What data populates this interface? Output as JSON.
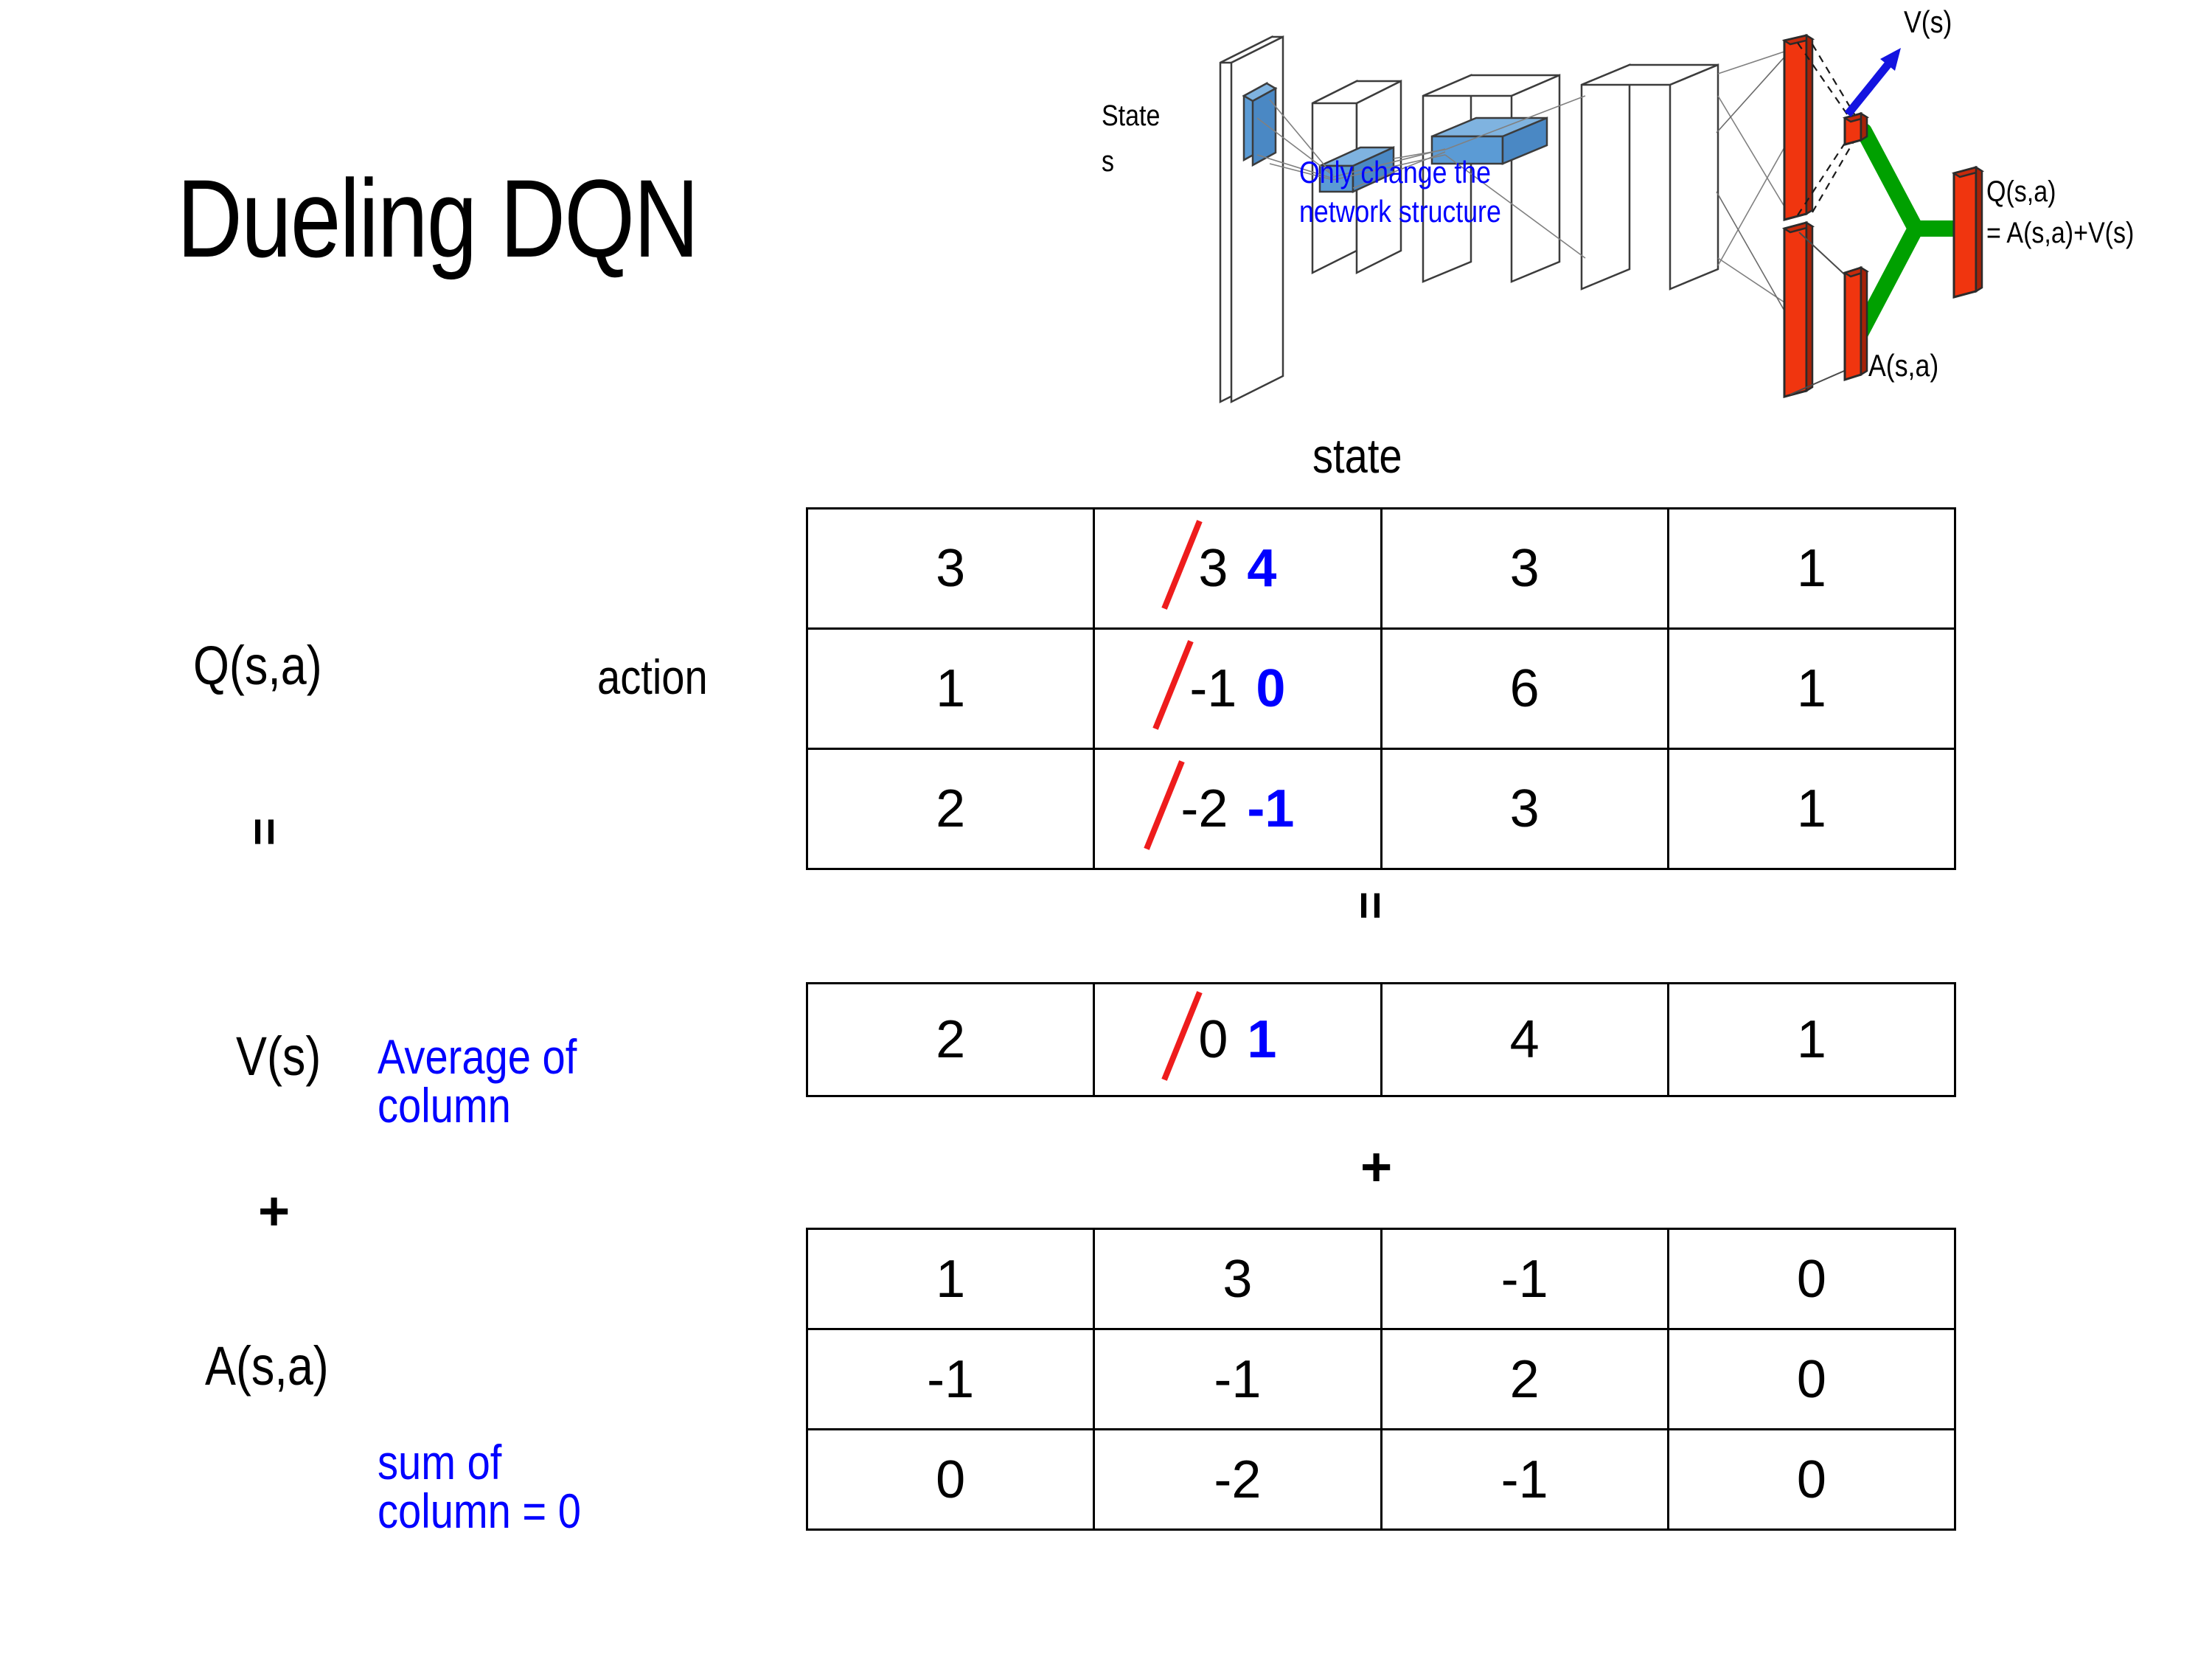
{
  "slide": {
    "title": "Dueling DQN"
  },
  "diagram": {
    "state_label_line1": "State",
    "state_label_line2": "s",
    "note_line1": "Only change the",
    "note_line2": "network structure",
    "value_label": "V(s)",
    "advantage_label": "A(s,a)",
    "q_label_line1": "Q(s,a)",
    "q_label_line2": "= A(s,a)+V(s)",
    "colors": {
      "note": "#0000FF",
      "arrow": "#0000FF",
      "bar": "#F0350F",
      "merge": "#00A000",
      "block": "#5B9BD5"
    }
  },
  "labels": {
    "q_table": "Q(s,a)",
    "v_table": "V(s)",
    "a_table": "A(s,a)",
    "action_axis": "action",
    "state_axis": "state",
    "equals": "=",
    "plus": "+",
    "note_average_line1": "Average of",
    "note_average_line2": "column",
    "note_sum_line1": "sum of",
    "note_sum_line2": "column = 0"
  },
  "chart_data": {
    "type": "table",
    "title": "Dueling DQN decomposition Q(s,a) = V(s) + A(s,a)",
    "axes": {
      "rows": "action",
      "columns": "state"
    },
    "tables": [
      {
        "name": "Q(s,a)",
        "rows": [
          [
            {
              "value": "3"
            },
            {
              "value": "3",
              "old": "3",
              "new": "4",
              "struck": true
            },
            {
              "value": "3"
            },
            {
              "value": "1"
            }
          ],
          [
            {
              "value": "1"
            },
            {
              "value": "-1",
              "old": "-1",
              "new": "0",
              "struck": true
            },
            {
              "value": "6"
            },
            {
              "value": "1"
            }
          ],
          [
            {
              "value": "2"
            },
            {
              "value": "-2",
              "old": "-2",
              "new": "-1",
              "struck": true
            },
            {
              "value": "3"
            },
            {
              "value": "1"
            }
          ]
        ]
      },
      {
        "name": "V(s)",
        "rows": [
          [
            {
              "value": "2"
            },
            {
              "value": "0",
              "old": "0",
              "new": "1",
              "struck": true
            },
            {
              "value": "4"
            },
            {
              "value": "1"
            }
          ]
        ]
      },
      {
        "name": "A(s,a)",
        "rows": [
          [
            {
              "value": "1"
            },
            {
              "value": "3"
            },
            {
              "value": "-1"
            },
            {
              "value": "0"
            }
          ],
          [
            {
              "value": "-1"
            },
            {
              "value": "-1"
            },
            {
              "value": "2"
            },
            {
              "value": "0"
            }
          ],
          [
            {
              "value": "0"
            },
            {
              "value": "-2"
            },
            {
              "value": "-1"
            },
            {
              "value": "0"
            }
          ]
        ]
      }
    ],
    "colors": {
      "edited_value": "#0000FF",
      "strikethrough": "#EE1C1C",
      "annotation": "#0000FF"
    }
  }
}
